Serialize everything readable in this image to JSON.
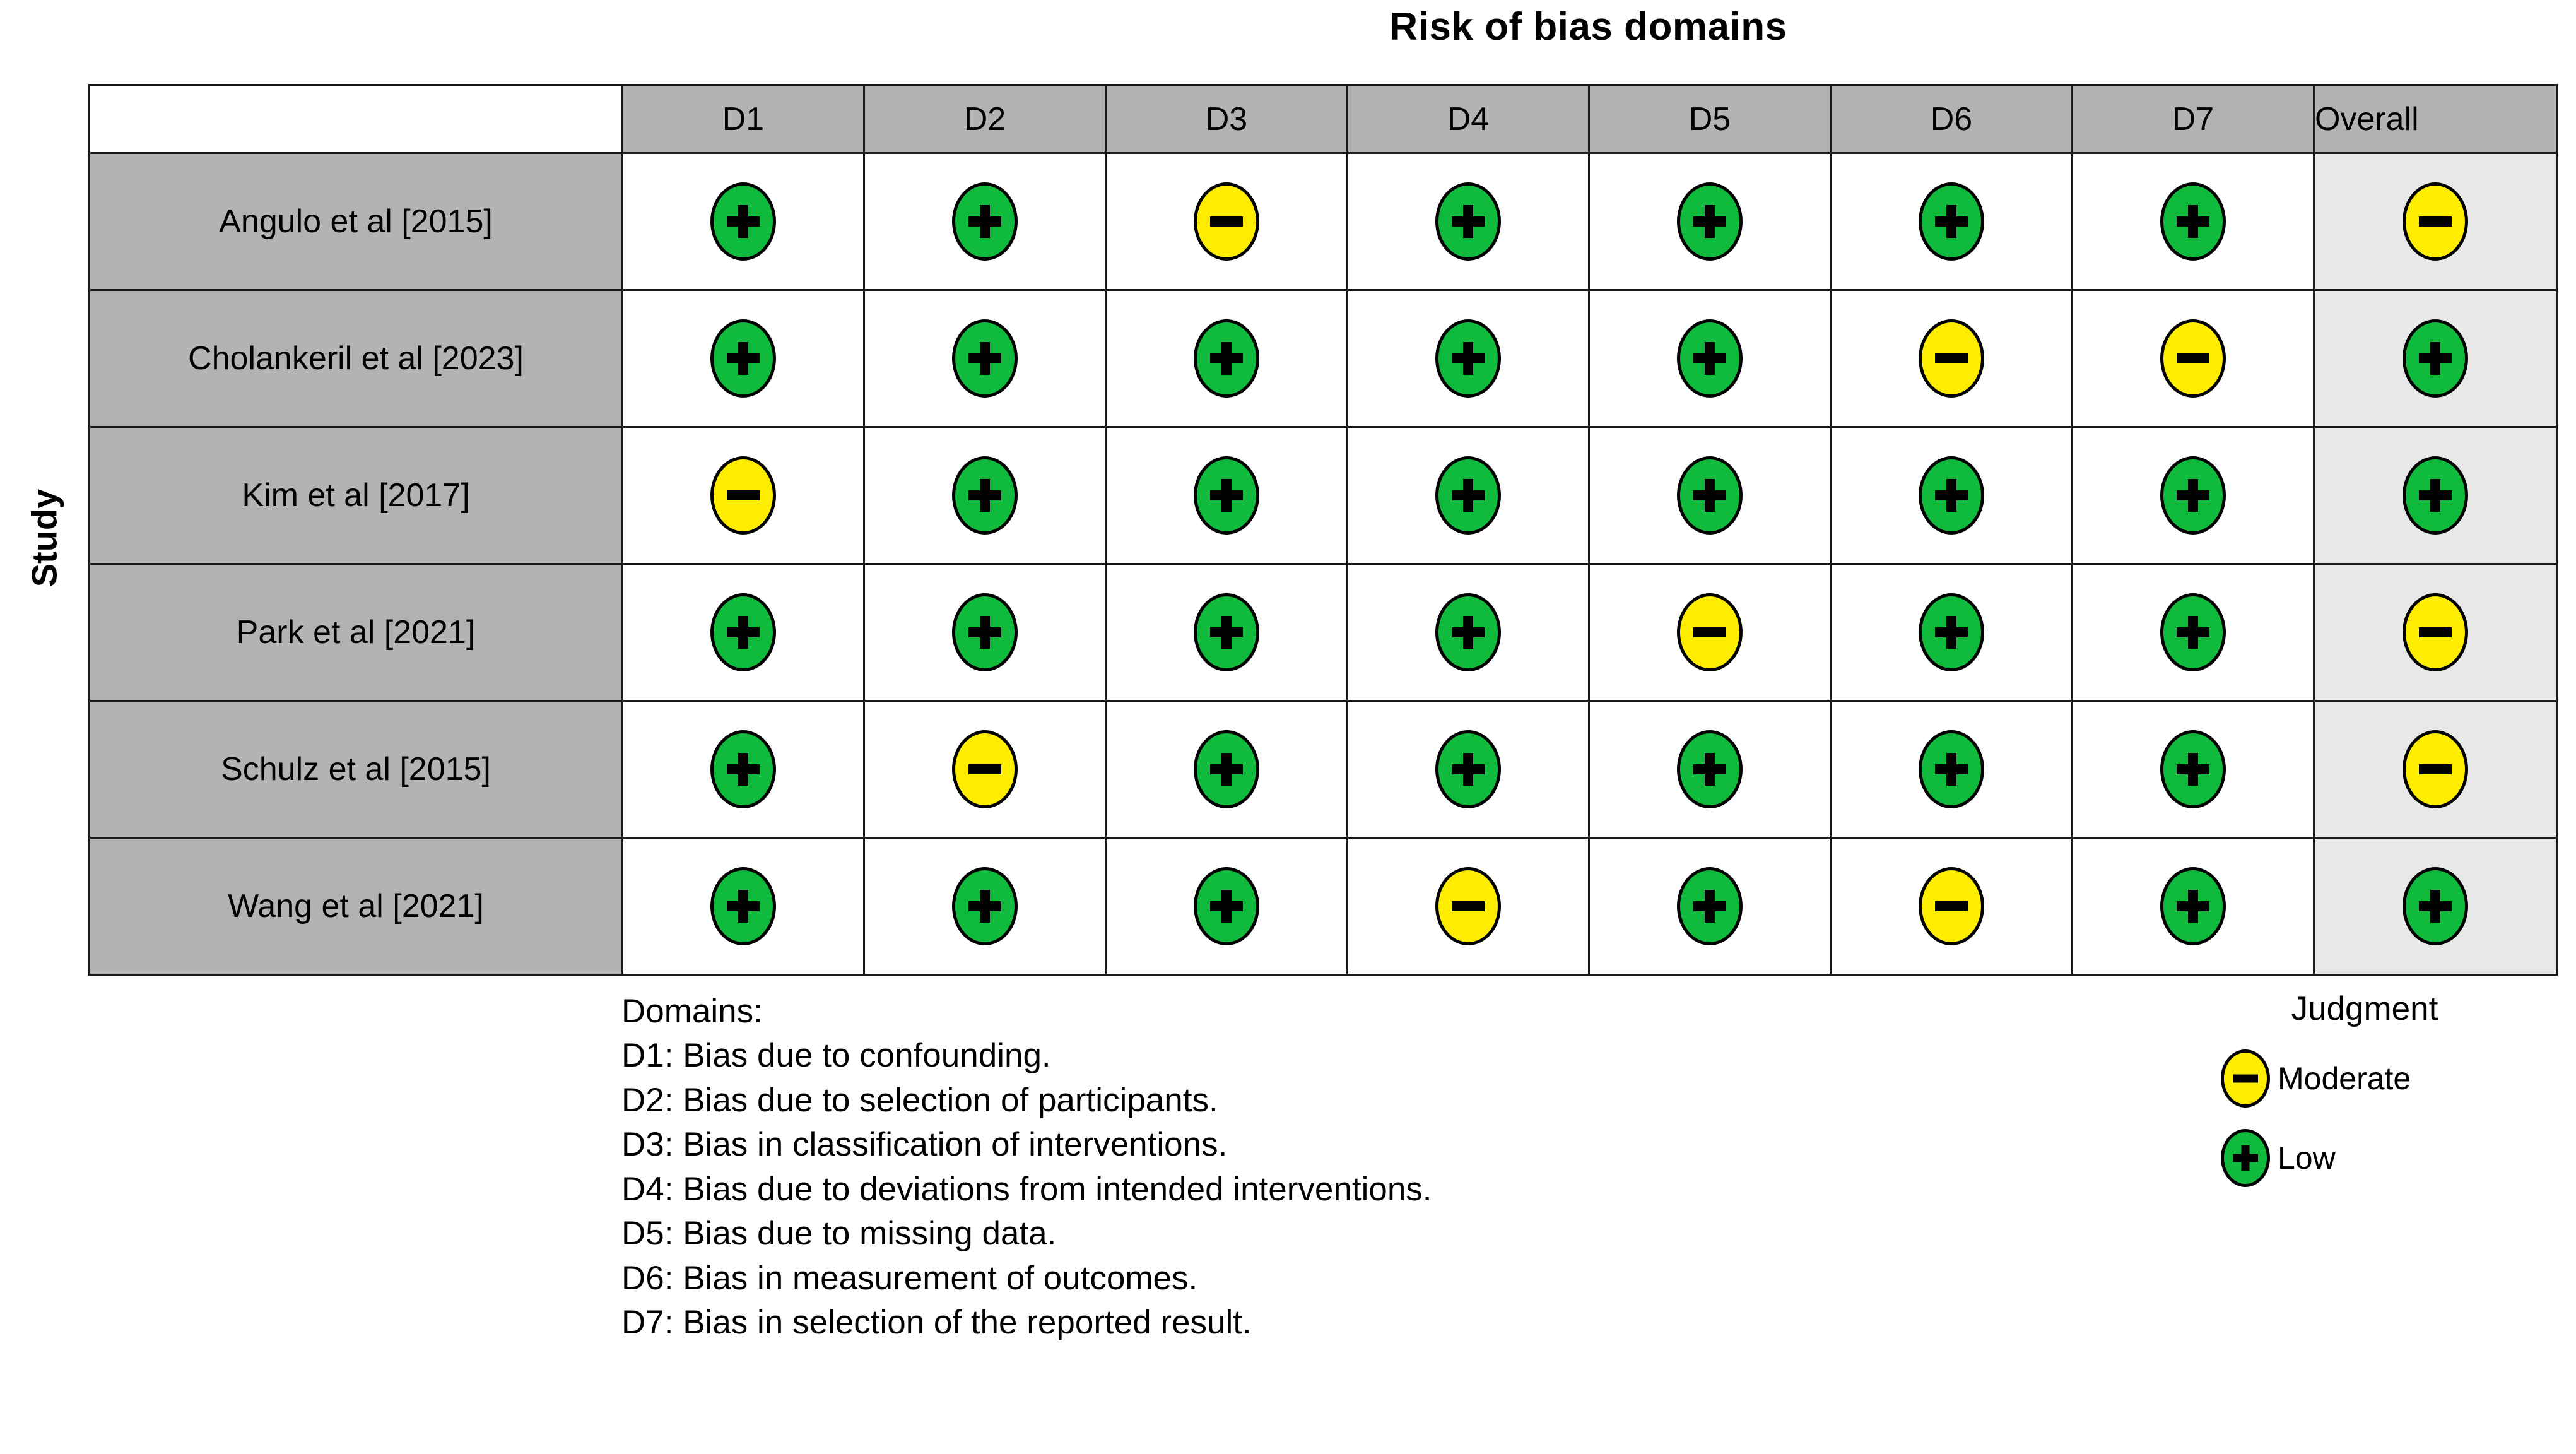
{
  "title": "Risk of bias domains",
  "axis_label_y": "Study",
  "judgment_legend": {
    "title": "Judgment",
    "items": [
      {
        "label": "Moderate",
        "level": "moderate",
        "symbol": "minus",
        "color": "#FFED00"
      },
      {
        "label": "Low",
        "level": "low",
        "symbol": "plus",
        "color": "#10BA3C"
      }
    ]
  },
  "domain_key": {
    "heading": "Domains:",
    "lines": [
      "D1: Bias due to confounding.",
      "D2: Bias due to selection of participants.",
      "D3: Bias in classification of interventions.",
      "D4: Bias due to deviations from intended interventions.",
      "D5: Bias due to missing data.",
      "D6: Bias in measurement of outcomes.",
      "D7: Bias in selection of the reported result."
    ]
  },
  "chart_data": {
    "type": "table",
    "title": "Risk of bias domains",
    "xlabel": "",
    "ylabel": "Study",
    "legend_position": "right",
    "columns": [
      "D1",
      "D2",
      "D3",
      "D4",
      "D5",
      "D6",
      "D7",
      "Overall"
    ],
    "row_label_header": "Study",
    "categories": [
      "Angulo et al [2015]",
      "Cholankeril et al [2023]",
      "Kim et al [2017]",
      "Park et al [2021]",
      "Schulz et al [2015]",
      "Wang et al [2021]"
    ],
    "value_levels": {
      "low": {
        "label": "Low",
        "symbol": "+",
        "color": "#10BA3C"
      },
      "moderate": {
        "label": "Moderate",
        "symbol": "−",
        "color": "#FFED00"
      }
    },
    "rows": [
      {
        "study": "Angulo et al [2015]",
        "judgments": [
          "low",
          "low",
          "moderate",
          "low",
          "low",
          "low",
          "low"
        ],
        "overall": "moderate"
      },
      {
        "study": "Cholankeril et al [2023]",
        "judgments": [
          "low",
          "low",
          "low",
          "low",
          "low",
          "moderate",
          "moderate"
        ],
        "overall": "low"
      },
      {
        "study": "Kim et al [2017]",
        "judgments": [
          "moderate",
          "low",
          "low",
          "low",
          "low",
          "low",
          "low"
        ],
        "overall": "low"
      },
      {
        "study": "Park et al [2021]",
        "judgments": [
          "low",
          "low",
          "low",
          "low",
          "moderate",
          "low",
          "low"
        ],
        "overall": "moderate"
      },
      {
        "study": "Schulz et al [2015]",
        "judgments": [
          "low",
          "moderate",
          "low",
          "low",
          "low",
          "low",
          "low"
        ],
        "overall": "moderate"
      },
      {
        "study": "Wang et al [2021]",
        "judgments": [
          "low",
          "low",
          "low",
          "moderate",
          "low",
          "moderate",
          "low"
        ],
        "overall": "low"
      }
    ]
  }
}
